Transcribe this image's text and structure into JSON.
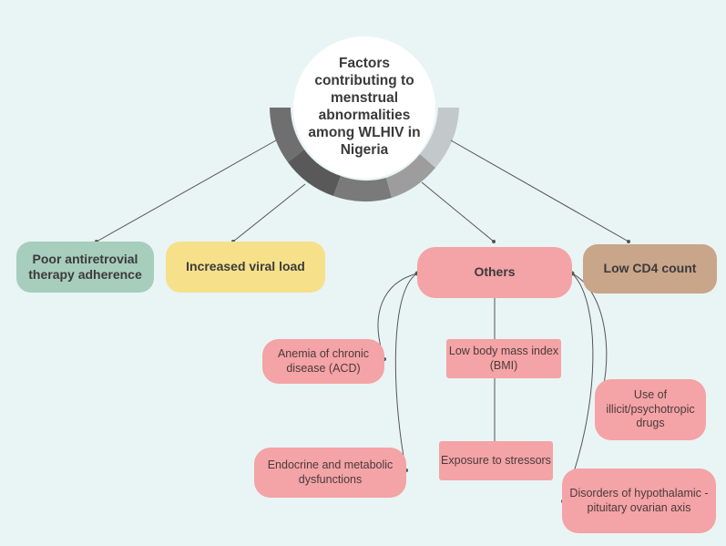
{
  "title": "Factors contributing to menstrual abnormalities among WLHIV in Nigeria",
  "colors": {
    "background": "#e9f4f5",
    "green": "#a7cdbd",
    "yellow": "#f6e08a",
    "pink": "#f4a3a6",
    "tan": "#c9a58a",
    "ring": [
      "#6f6f6f",
      "#8b8b8b",
      "#595959",
      "#7a7a7a",
      "#9d9d9d",
      "#c3c8ca"
    ]
  },
  "factors": [
    {
      "label": "Poor antiretrovial therapy adherence",
      "color": "green"
    },
    {
      "label": "Increased viral load",
      "color": "yellow"
    },
    {
      "label": "Others",
      "color": "pink"
    },
    {
      "label": "Low CD4 count",
      "color": "tan"
    }
  ],
  "others": [
    {
      "label": "Anemia of chronic disease (ACD)"
    },
    {
      "label": "Low body mass index (BMI)"
    },
    {
      "label": "Exposure to stressors"
    },
    {
      "label": "Endocrine and metabolic dysfunctions"
    },
    {
      "label": "Use of illicit/psychotropic drugs"
    },
    {
      "label": "Disorders of hypothalamic - pituitary ovarian axis"
    }
  ]
}
